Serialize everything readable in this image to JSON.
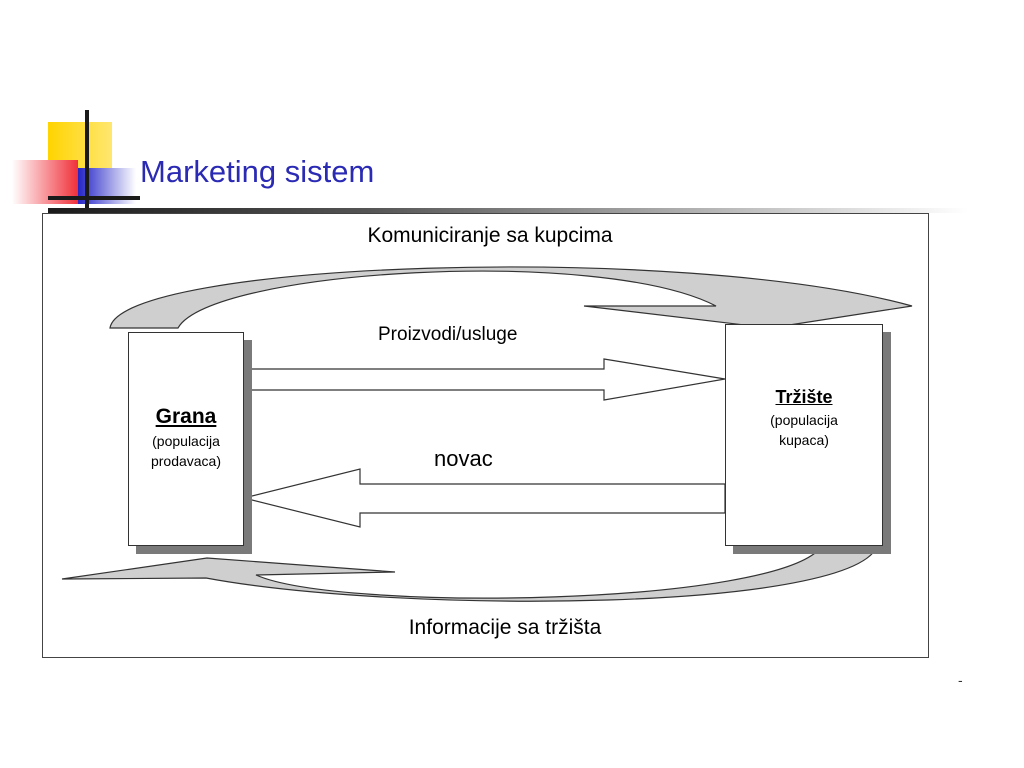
{
  "slide": {
    "title": "Marketing sistem",
    "page_marker": "-"
  },
  "diagram": {
    "top_caption": "Komuniciranje sa kupcima",
    "bottom_caption": "Informacije sa tržišta",
    "arrow_products_label": "Proizvodi/usluge",
    "arrow_money_label": "novac",
    "left_box": {
      "name": "Grana",
      "desc_line1": "(populacija",
      "desc_line2": "prodavaca)"
    },
    "right_box": {
      "name": "Tržište",
      "desc_line1": "(populacija",
      "desc_line2": "kupaca)"
    }
  },
  "colors": {
    "title": "#2a2ab4",
    "logo_yellow": "#ffd400",
    "logo_red": "#f0303a",
    "logo_blue": "#2424c8",
    "arrow_fill_curved": "#cfcfcf",
    "box_shadow": "#7a7a7a"
  }
}
